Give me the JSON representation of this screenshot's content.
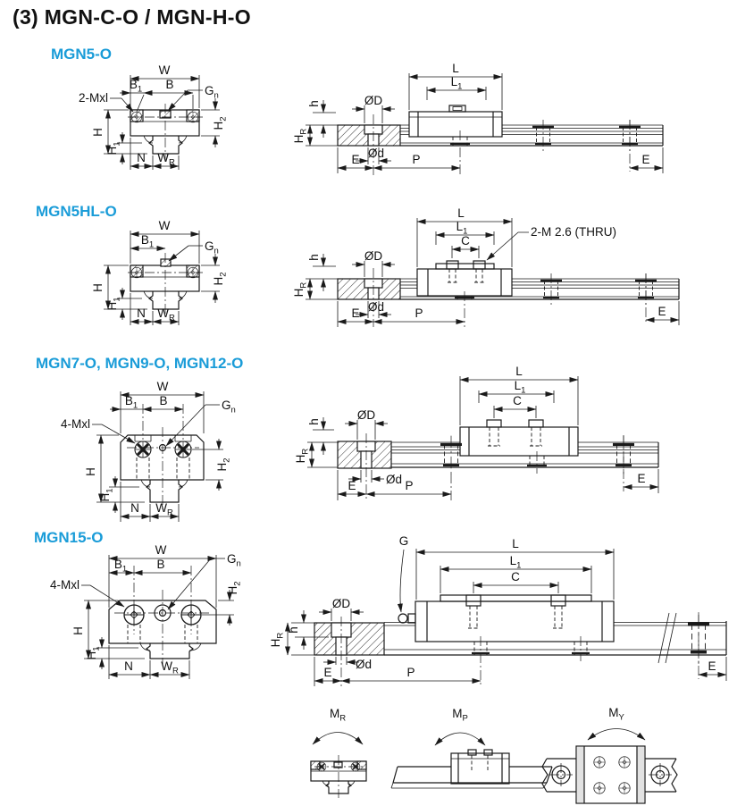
{
  "page": {
    "title": "(3) MGN-C-O / MGN-H-O"
  },
  "colors": {
    "heading": "#1a9cd8",
    "line": "#1a1a1a"
  },
  "sections": [
    {
      "heading": "MGN5-O",
      "cross": {
        "w": "W",
        "b1": {
          "t": "B",
          "s": "1"
        },
        "b": "B",
        "gn": {
          "t": "G",
          "s": "n"
        },
        "screws": "2-Mxl",
        "h": "H",
        "h1": {
          "t": "H",
          "s": "1"
        },
        "h2": {
          "t": "H",
          "s": "2"
        },
        "n": "N",
        "wr": {
          "t": "W",
          "s": "R"
        }
      },
      "side": {
        "l": "L",
        "l1": {
          "t": "L",
          "s": "1"
        },
        "od": "ØD",
        "od_small": "Ød",
        "h_small": "h",
        "hr": {
          "t": "H",
          "s": "R"
        },
        "e_left": "E",
        "p": "P",
        "e_right": "E"
      }
    },
    {
      "heading": "MGN5HL-O",
      "cross": {
        "w": "W",
        "b1": {
          "t": "B",
          "s": "1"
        },
        "gn": {
          "t": "G",
          "s": "n"
        },
        "h": "H",
        "h1": {
          "t": "H",
          "s": "1"
        },
        "h2": {
          "t": "H",
          "s": "2"
        },
        "n": "N",
        "wr": {
          "t": "W",
          "s": "R"
        }
      },
      "side": {
        "l": "L",
        "l1": {
          "t": "L",
          "s": "1"
        },
        "c": "C",
        "note": "2-M 2.6 (THRU)",
        "od": "ØD",
        "od_small": "Ød",
        "h_small": "h",
        "hr": {
          "t": "H",
          "s": "R"
        },
        "e_left": "E",
        "p": "P",
        "e_right": "E"
      }
    },
    {
      "heading": "MGN7-O, MGN9-O, MGN12-O",
      "cross": {
        "w": "W",
        "b1": {
          "t": "B",
          "s": "1"
        },
        "b": "B",
        "gn": {
          "t": "G",
          "s": "n"
        },
        "screws": "4-Mxl",
        "h": "H",
        "h1": {
          "t": "H",
          "s": "1"
        },
        "h2": {
          "t": "H",
          "s": "2"
        },
        "n": "N",
        "wr": {
          "t": "W",
          "s": "R"
        }
      },
      "side": {
        "l": "L",
        "l1": {
          "t": "L",
          "s": "1"
        },
        "c": "C",
        "od": "ØD",
        "od_small": "Ød",
        "h_small": "h",
        "hr": {
          "t": "H",
          "s": "R"
        },
        "e_left": "E",
        "p": "P",
        "e_right": "E"
      }
    },
    {
      "heading": "MGN15-O",
      "cross": {
        "w": "W",
        "b1": {
          "t": "B",
          "s": "1"
        },
        "b": "B",
        "gn": {
          "t": "G",
          "s": "n"
        },
        "screws": "4-Mxl",
        "h": "H",
        "h1": {
          "t": "H",
          "s": "1"
        },
        "h2": {
          "t": "H",
          "s": "2"
        },
        "n": "N",
        "wr": {
          "t": "W",
          "s": "R"
        }
      },
      "side": {
        "g": "G",
        "l": "L",
        "l1": {
          "t": "L",
          "s": "1"
        },
        "c": "C",
        "od": "ØD",
        "od_small": "Ød",
        "h_small": "h",
        "hr": {
          "t": "H",
          "s": "R"
        },
        "e_left": "E",
        "p": "P",
        "e_right": "E"
      }
    }
  ],
  "moments": [
    {
      "t": "M",
      "s": "R"
    },
    {
      "t": "M",
      "s": "P"
    },
    {
      "t": "M",
      "s": "Y"
    }
  ]
}
